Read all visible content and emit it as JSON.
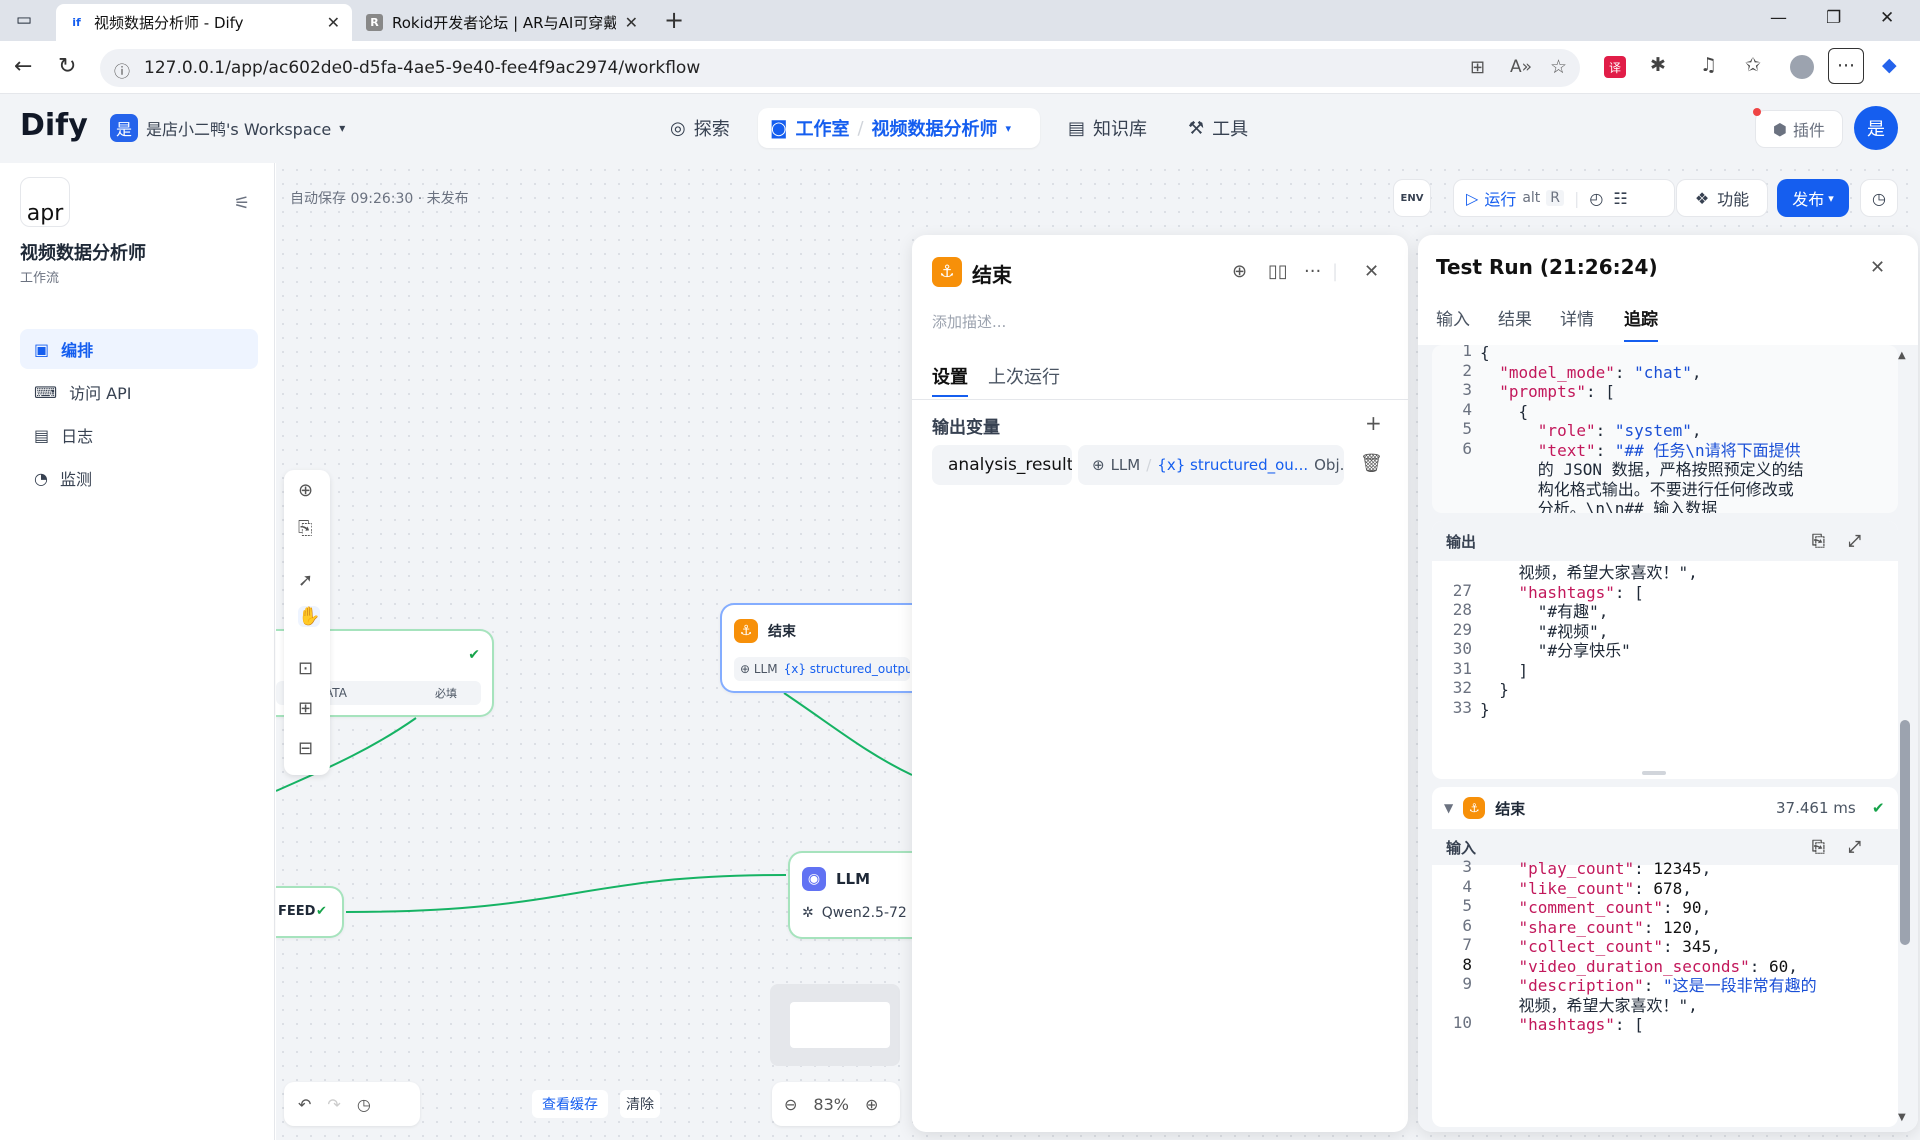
{
  "browser": {
    "tabs": [
      {
        "title": "视频数据分析师 - Dify",
        "favicon": "if",
        "active": true
      },
      {
        "title": "Rokid开发者论坛 | AR与AI可穿戴…",
        "favicon": "R",
        "active": false
      }
    ],
    "url": "127.0.0.1/app/ac602de0-d5fa-4ae5-9e40-fee4f9ac2974/workflow"
  },
  "header": {
    "logo": "Dify",
    "workspace_badge": "是",
    "workspace": "是店小二鸭's Workspace",
    "nav": {
      "explore": "探索",
      "studio": "工作室",
      "current_app": "视频数据分析师",
      "knowledge": "知识库",
      "tools": "工具"
    },
    "plugins": "插件",
    "avatar": "是"
  },
  "sidebar": {
    "app_icon_text": "apr",
    "app_name": "视频数据分析师",
    "app_type": "工作流",
    "items": [
      {
        "label": "编排",
        "icon": "layout-icon",
        "active": true
      },
      {
        "label": "访问 API",
        "icon": "terminal-icon",
        "active": false
      },
      {
        "label": "日志",
        "icon": "file-icon",
        "active": false
      },
      {
        "label": "监测",
        "icon": "gauge-icon",
        "active": false
      }
    ]
  },
  "toolbar": {
    "autosave": "自动保存 09:26:30 · 未发布",
    "env": "ENV",
    "run": "运行",
    "run_key1": "alt",
    "run_key2": "R",
    "features": "功能",
    "publish": "发布"
  },
  "canvas": {
    "start_node_field": "DATA",
    "start_node_required": "必填",
    "end_node_title": "结束",
    "end_node_source": "LLM",
    "end_node_var": "structured_output",
    "feed_node": "FEED",
    "llm_node_title": "LLM",
    "llm_model": "Qwen2.5-72",
    "view_cache": "查看缓存",
    "clear": "清除",
    "zoom": "83%"
  },
  "end_panel": {
    "title": "结束",
    "description_placeholder": "添加描述...",
    "tabs": [
      "设置",
      "上次运行"
    ],
    "output_vars_label": "输出变量",
    "var_name": "analysis_result",
    "var_source": "LLM",
    "var_path": "structured_ou...",
    "var_type": "Obj..."
  },
  "test_run": {
    "title": "Test Run (21:26:24)",
    "tabs": [
      "输入",
      "结果",
      "详情",
      "追踪"
    ],
    "active_tab": "追踪",
    "prompt_lines": [
      {
        "n": "1",
        "text": "{"
      },
      {
        "n": "2",
        "text": "  \"model_mode\": \"chat\","
      },
      {
        "n": "3",
        "text": "  \"prompts\": ["
      },
      {
        "n": "4",
        "text": "    {"
      },
      {
        "n": "5",
        "text": "      \"role\": \"system\","
      },
      {
        "n": "6",
        "text": "      \"text\": \"## 任务\\n请将下面提供"
      },
      {
        "n": "",
        "text": "      的 JSON 数据，严格按照预定义的结"
      },
      {
        "n": "",
        "text": "      构化格式输出。不要进行任何修改或"
      },
      {
        "n": "",
        "text": "      分析。\\n\\n## 输入数据"
      }
    ],
    "output_label": "输出",
    "output_lines": [
      {
        "n": "",
        "text": "    视频，希望大家喜欢！\","
      },
      {
        "n": "27",
        "text": "    \"hashtags\": ["
      },
      {
        "n": "28",
        "text": "      \"#有趣\","
      },
      {
        "n": "29",
        "text": "      \"#视频\","
      },
      {
        "n": "30",
        "text": "      \"#分享快乐\""
      },
      {
        "n": "31",
        "text": "    ]"
      },
      {
        "n": "32",
        "text": "  }"
      },
      {
        "n": "33",
        "text": "}"
      }
    ],
    "end_node_label": "结束",
    "end_node_time": "37.461 ms",
    "input_label": "输入",
    "input_lines": [
      {
        "n": "3",
        "text": "    \"play_count\": 12345,"
      },
      {
        "n": "4",
        "text": "    \"like_count\": 678,"
      },
      {
        "n": "5",
        "text": "    \"comment_count\": 90,"
      },
      {
        "n": "6",
        "text": "    \"share_count\": 120,"
      },
      {
        "n": "7",
        "text": "    \"collect_count\": 345,"
      },
      {
        "n": "8",
        "text": "    \"video_duration_seconds\": 60,"
      },
      {
        "n": "9",
        "text": "    \"description\": \"这是一段非常有趣的"
      },
      {
        "n": "",
        "text": "    视频，希望大家喜欢！\","
      },
      {
        "n": "10",
        "text": "    \"hashtags\": ["
      }
    ]
  },
  "colors": {
    "primary": "#155eef",
    "end_node": "#f79009",
    "llm_node": "#6172f3",
    "success": "#16a34a",
    "edge": "#16b364"
  }
}
